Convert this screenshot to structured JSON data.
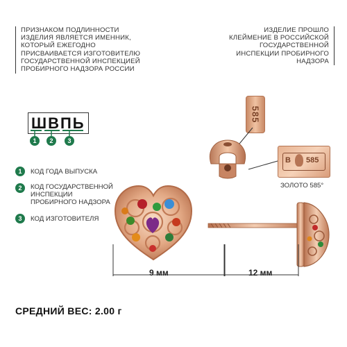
{
  "texts": {
    "hallmark_left": "ПРИЗНАКОМ ПОДЛИННОСТИ ИЗДЕЛИЯ ЯВЛЯЕТСЯ ИМЕННИК, КОТОРЫЙ ЕЖЕГОДНО ПРИСВАИВАЕТСЯ ИЗГОТОВИТЕЛЮ ГОСУДАРСТВЕННОЙ ИНСПЕКЦИЕЙ ПРОБИРНОГО НАДЗОРА РОССИИ",
    "hallmark_right": "ИЗДЕЛИЕ ПРОШЛО КЛЕЙМЕНИЕ В РОССИЙСКОЙ ГОСУДАРСТВЕННОЙ ИНСПЕКЦИИ ПРОБИРНОГО НАДЗОРА"
  },
  "code": {
    "value": "ШВПЬ",
    "markers": [
      "1",
      "2",
      "3"
    ]
  },
  "legend": [
    {
      "num": "1",
      "text": "КОД ГОДА ВЫПУСКА"
    },
    {
      "num": "2",
      "text": "КОД ГОСУДАРСТВЕННОЙ ИНСПЕКЦИИ ПРОБИРНОГО НАДЗОРА"
    },
    {
      "num": "3",
      "text": "КОД ИЗГОТОВИТЕЛЯ"
    }
  ],
  "stamp": {
    "vertical_mark": "585",
    "hallmark_letter": "В",
    "hallmark_probe": "585",
    "caption": "ЗОЛОТО 585°"
  },
  "dimensions": {
    "width": "9 мм",
    "length": "12 мм"
  },
  "weight": "СРЕДНИЙ ВЕС: 2.00 г",
  "colors": {
    "accent_green": "#1f7a4c",
    "gold": "#d9a27e"
  }
}
